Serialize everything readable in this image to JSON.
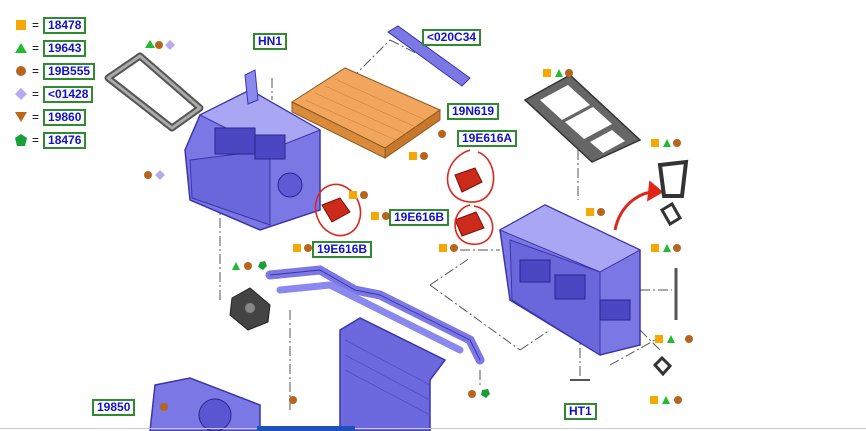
{
  "legend": [
    {
      "symbol": "square-orange",
      "code": "18478"
    },
    {
      "symbol": "triangle-green",
      "code": "19643"
    },
    {
      "symbol": "circle-brown",
      "code": "19B555"
    },
    {
      "symbol": "diamond-lilac",
      "code": "<01428"
    },
    {
      "symbol": "triangle-down-brown",
      "code": "19860"
    },
    {
      "symbol": "pentagon-green",
      "code": "18476"
    }
  ],
  "legend_eq": "=",
  "callouts": {
    "hn1": "HN1",
    "c020c34": "<020C34",
    "n19n619": "19N619",
    "e19e616a": "19E616A",
    "e19e616b_left": "19E616B",
    "e19e616b_right": "19E616B",
    "n19850": "19850",
    "ht1": "HT1"
  },
  "colors": {
    "square": "#f5a800",
    "triangle": "#22bb33",
    "circle": "#b5651d",
    "diamond": "#b9a9ee",
    "pentagon": "#1a9e3a",
    "part_body": "#7b78e6",
    "part_dark": "#3b35a8",
    "filter": "#f0a050",
    "red_part": "#cc2a1a",
    "annotation_red": "#e0261a",
    "label_border": "#2e8b2e",
    "label_text": "#1111cc"
  }
}
